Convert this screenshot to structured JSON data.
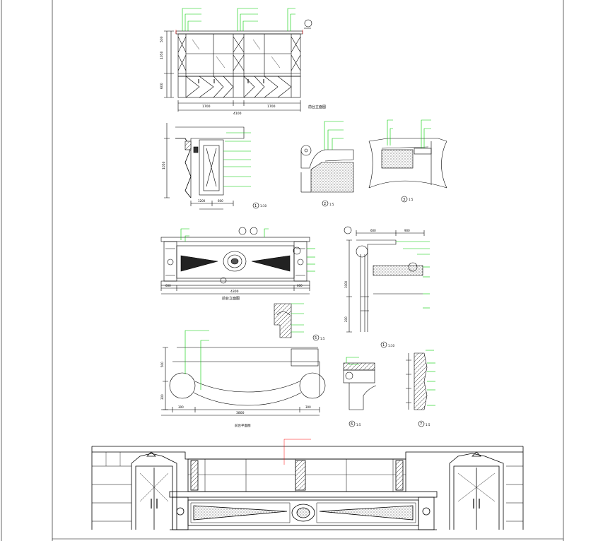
{
  "drawing": {
    "line_color": "#000000",
    "leader_color": "#00cc00",
    "accent_color": "#ff0000",
    "hatch_color": "#333333"
  },
  "reception_elevation": {
    "dims_bottom": [
      "1700",
      "1700"
    ],
    "dim_total": "4100",
    "title": "前台立面图",
    "left_dims": [
      "500",
      "1050",
      "600"
    ]
  },
  "section_a": {
    "marker": "1",
    "scale": "1:10",
    "left_dim": "1050",
    "bottom_dims": [
      "1200",
      "600"
    ]
  },
  "detail_2": {
    "marker": "2",
    "scale": "1:5"
  },
  "detail_3": {
    "marker": "3",
    "scale": "1:5"
  },
  "front_counter": {
    "dim_total": "4300",
    "dims_bottom": [
      "600",
      "600"
    ],
    "title": "前台立面图",
    "marker": "5",
    "scale": "1:5"
  },
  "side_section": {
    "marker": "1",
    "scale": "1:10",
    "top_dims": [
      "600",
      "900"
    ],
    "left_dims": [
      "1000",
      "200"
    ]
  },
  "plan": {
    "dim_total": "3800",
    "dims_bottom": [
      "300",
      "300"
    ],
    "left_dims": [
      "500",
      "300"
    ],
    "title": "前台平面图"
  },
  "detail_6": {
    "marker": "6",
    "scale": "1:5"
  },
  "detail_7": {
    "marker": "7",
    "scale": "1:5"
  }
}
